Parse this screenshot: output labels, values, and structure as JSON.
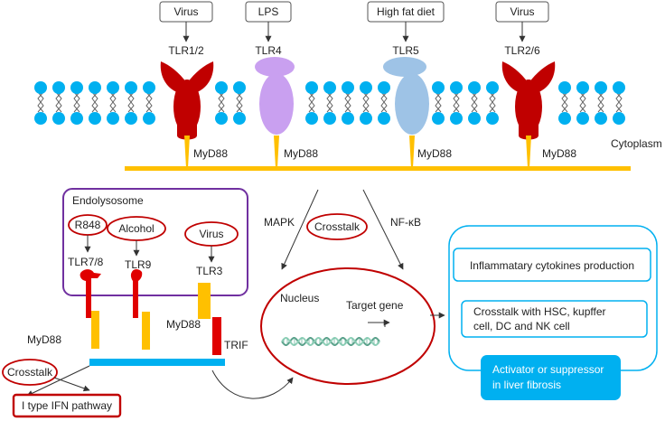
{
  "stimuli": [
    {
      "label": "Virus"
    },
    {
      "label": "LPS"
    },
    {
      "label": "High fat diet"
    },
    {
      "label": "Virus"
    }
  ],
  "surface_receptors": [
    {
      "label": "TLR1/2",
      "color": "#c00000"
    },
    {
      "label": "TLR4",
      "color": "#c9a0f0"
    },
    {
      "label": "TLR5",
      "color": "#9ec3e6"
    },
    {
      "label": "TLR2/6",
      "color": "#c00000"
    }
  ],
  "myd88_labels": [
    "MyD88",
    "MyD88",
    "MyD88",
    "MyD88"
  ],
  "cytoplasm_label": "Cytoplasm",
  "pathway_labels": {
    "mapk": "MAPK",
    "nfkb": "NF-κB"
  },
  "crosstalk_center": "Crosstalk",
  "endolysosome": {
    "title": "Endolysosome",
    "stimuli": [
      "R848",
      "Alcohol",
      "Virus"
    ],
    "receptors": [
      "TLR7/8",
      "TLR9",
      "TLR3"
    ],
    "myd88_left": "MyD88",
    "myd88_right": "MyD88",
    "trif": "TRIF"
  },
  "crosstalk_left": "Crosstalk",
  "ifn_pathway": "I type IFN pathway",
  "nucleus": {
    "title": "Nucleus",
    "target_gene": "Target gene"
  },
  "outcomes": {
    "cytokines": "Inflammatary cytokines production",
    "crosstalk_line1": "Crosstalk with HSC, kupffer",
    "crosstalk_line2": "cell, DC and NK cell",
    "activator_line1": "Activator or suppressor",
    "activator_line2": "in liver fibrosis"
  },
  "colors": {
    "membrane_head": "#00b0f0",
    "membrane_tail": "#666666",
    "adaptor_bar": "#ffc000",
    "red_outline": "#c00000",
    "endolysosome_border": "#7030a0",
    "outcome_border": "#00b0f0",
    "complex_bar": "#00b0f0"
  }
}
